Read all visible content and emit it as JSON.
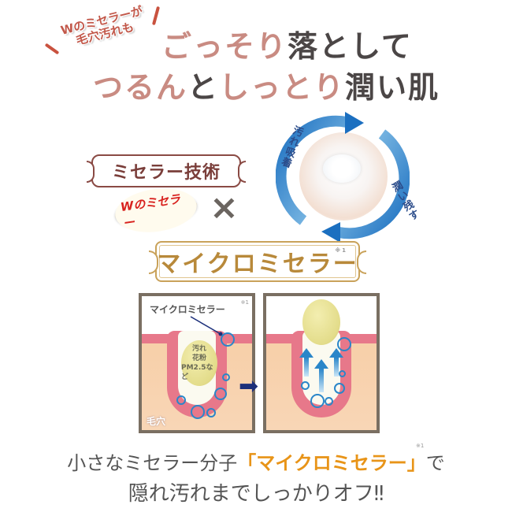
{
  "headline": {
    "badge_line1": "Wのミセラーが",
    "badge_line2": "毛穴汚れも",
    "line1_pink": "ごっそり",
    "line1_dark": "落として",
    "line2_pink1": "つるん",
    "line2_dark1": "と",
    "line2_pink2": "しっとり",
    "line2_dark2": "潤い肌"
  },
  "cycle": {
    "left_label": "汚れ吸着",
    "right_label": "潤い残す"
  },
  "tech": {
    "frame_label": "ミセラー技術",
    "w_badge": "Wのミセラー",
    "times": "×",
    "micro_label": "マイクロミセラー",
    "micro_note": "※1"
  },
  "diagram": {
    "left_panel": {
      "callout": "マイクロミセラー",
      "note": "※1",
      "dirt_lines": [
        "汚れ",
        "花粉",
        "PM2.5など"
      ],
      "pore_label": "毛穴"
    },
    "arrow": "➡"
  },
  "bottom": {
    "line1_pre": "小さなミセラー分子",
    "line1_highlight": "「マイクロミセラー」",
    "line1_post": "で",
    "note": "※1",
    "line2": "隠れ汚れまでしっかりオフ‼"
  },
  "colors": {
    "pink_text": "#c98b82",
    "dark_text": "#4b4646",
    "orange_highlight": "#e89418",
    "blue_arrow": "#2a86c9",
    "navy_arrow": "#1c2f7a",
    "gold_frame": "#c9a25a",
    "brown_frame": "#8a4a44"
  }
}
